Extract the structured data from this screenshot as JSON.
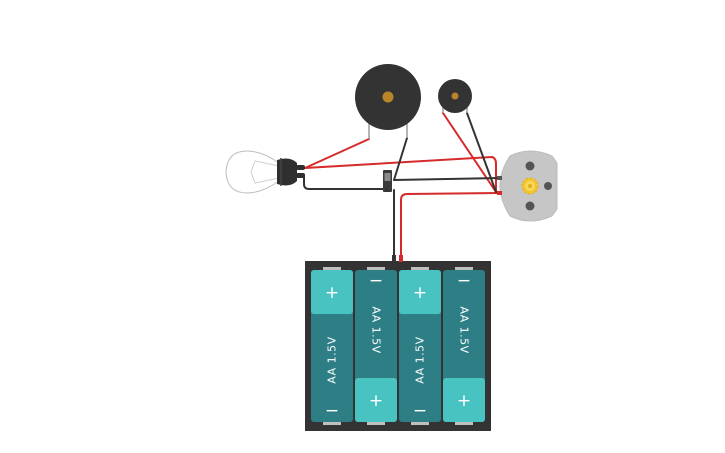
{
  "circuit": {
    "batteries": [
      {
        "label": "AA 1.5V",
        "plus": "+",
        "minus": "−",
        "orientation": "plus-top"
      },
      {
        "label": "AA 1.5V",
        "plus": "+",
        "minus": "−",
        "orientation": "plus-bottom"
      },
      {
        "label": "AA 1.5V",
        "plus": "+",
        "minus": "−",
        "orientation": "plus-top"
      },
      {
        "label": "AA 1.5V",
        "plus": "+",
        "minus": "−",
        "orientation": "plus-bottom"
      }
    ],
    "components": {
      "bulb": "light-bulb",
      "buzzer_large": "piezo-buzzer",
      "buzzer_small": "piezo-buzzer-small",
      "switch": "slide-switch",
      "motor": "dc-motor",
      "battery_pack": "4xAA-battery-holder"
    },
    "colors": {
      "wire_red": "#d62b2b",
      "wire_black": "#333333",
      "battery_dark": "#2e7e86",
      "battery_light": "#48c3c2",
      "holder": "#333333",
      "buzzer_body": "#333333",
      "buzzer_dot": "#b8862a",
      "motor_body": "#c6c6c6",
      "motor_gear": "#f2c531"
    }
  }
}
